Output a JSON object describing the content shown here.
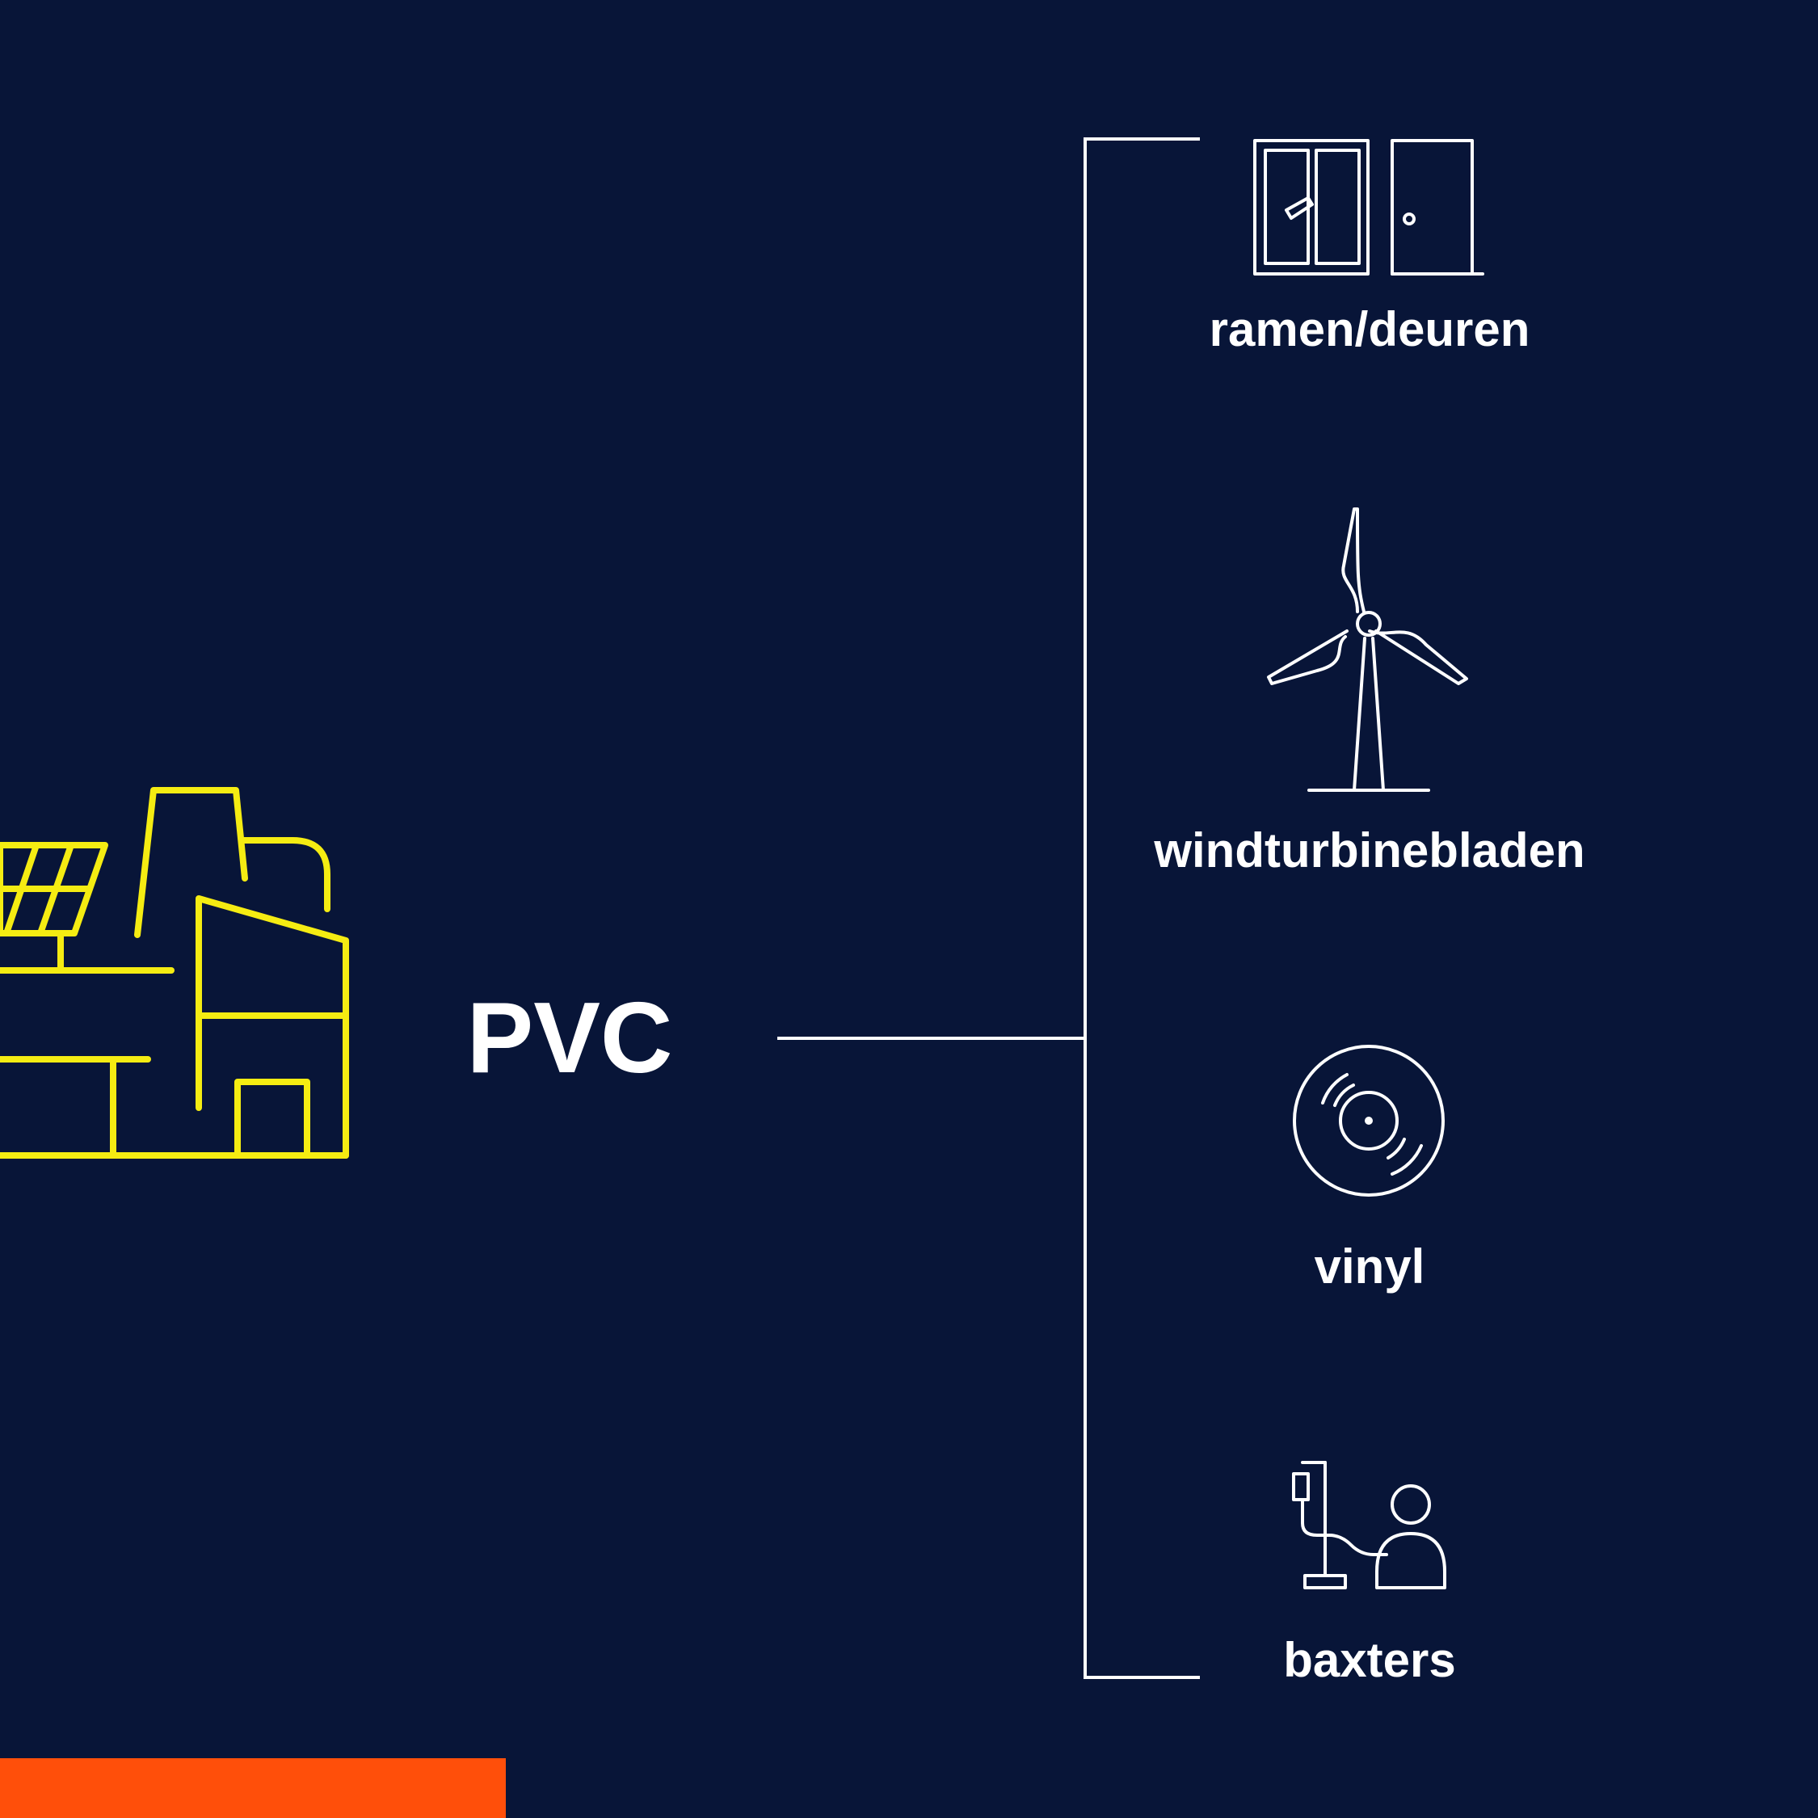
{
  "colors": {
    "background": "#081538",
    "factory_line": "#f5ec12",
    "line": "#ffffff",
    "accent": "#ff4f0a"
  },
  "material": {
    "label": "PVC",
    "icon": "factory-icon"
  },
  "products": [
    {
      "label": "ramen/deuren",
      "icon": "window-door-icon"
    },
    {
      "label": "windturbinebladen",
      "icon": "wind-turbine-icon"
    },
    {
      "label": "vinyl",
      "icon": "vinyl-record-icon"
    },
    {
      "label": "baxters",
      "icon": "iv-drip-patient-icon"
    }
  ]
}
